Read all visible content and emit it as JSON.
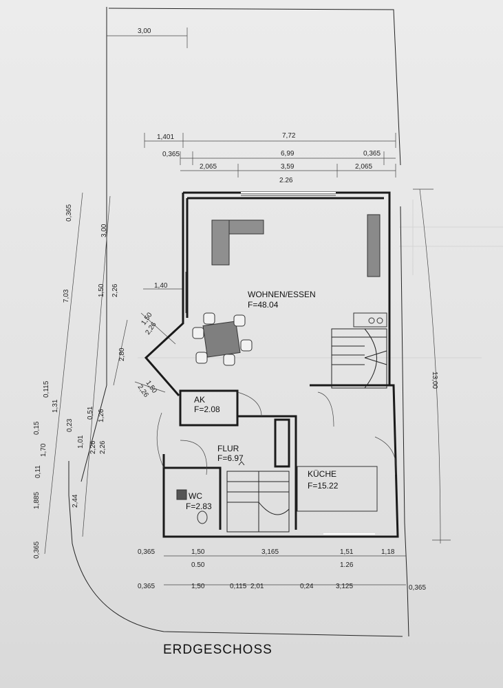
{
  "plan": {
    "title": "ERDGESCHOSS",
    "rooms": {
      "wohnen": {
        "name": "WOHNEN/ESSEN",
        "area": "F=48.04"
      },
      "ak": {
        "name": "AK",
        "area": "F=2.08"
      },
      "flur": {
        "name": "FLUR",
        "area": "F=6.97"
      },
      "kueche": {
        "name": "KÜCHE",
        "area": "F=15.22"
      },
      "wc": {
        "name": "WC",
        "area": "F=2.83"
      }
    },
    "dimensions": {
      "top": {
        "d1": "3,00",
        "d2": "1,401",
        "d3": "7,72",
        "d4": "0,365",
        "d5": "6,99",
        "d6": "0,365",
        "d7": "2,065",
        "d8": "3,59",
        "d9": "2,065",
        "d10": "2.26"
      },
      "left": {
        "d1": "0,365",
        "d2": "7,03",
        "d3": "3,00",
        "d4": "1,50",
        "d5": "2,26",
        "d6": "1,40",
        "d7": "1,50",
        "d8": "2,26",
        "d9": "2,80",
        "d10": "1,50",
        "d11": "2,26",
        "d12": "0,115",
        "d13": "1,31",
        "d14": "0,15",
        "d15": "0,23",
        "d16": "0,51",
        "d17": "1,26",
        "d18": "1,70",
        "d19": "1,01",
        "d20": "2,26",
        "d21": "2,26",
        "d22": "0,11",
        "d23": "1,885",
        "d24": "2,44",
        "d25": "0,365"
      },
      "right": {
        "d1": "13,00"
      },
      "bottom_row1": {
        "d1": "0,365",
        "d2": "1,50",
        "d3": "3,165",
        "d4": "1,51",
        "d5": "1,18"
      },
      "bottom_row2": {
        "d1": "0.50",
        "d2": "1.26"
      },
      "bottom_row3": {
        "d1": "0,365",
        "d2": "1,50",
        "d3": "0,115",
        "d4": "2,01",
        "d5": "0,24",
        "d6": "3,125",
        "d7": "0,365"
      }
    }
  }
}
